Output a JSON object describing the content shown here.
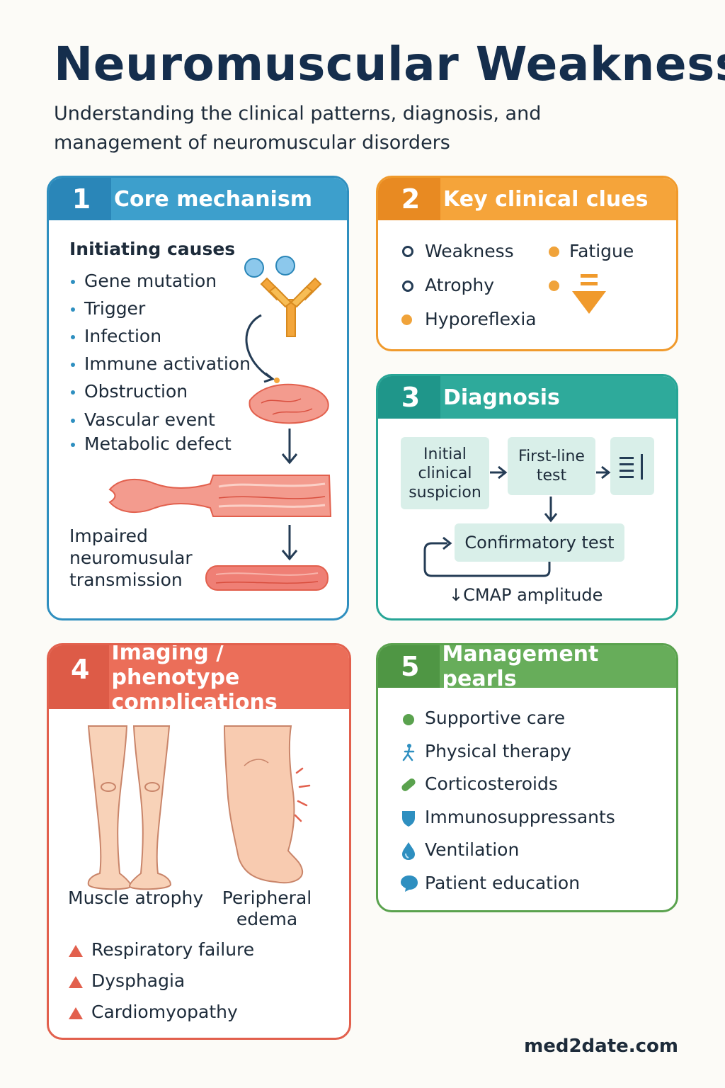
{
  "header": {
    "title": "Neuromuscular Weakness",
    "subtitle": "Understanding the clinical patterns, diagnosis, and management of neuromuscular disorders"
  },
  "colors": {
    "blue": "#2f8fbf",
    "orange": "#f09a2c",
    "teal": "#27a596",
    "red": "#e2604d",
    "green": "#5aa24e"
  },
  "card1": {
    "number": "1",
    "title": "Core mechanism",
    "causes_heading": "Initiating causes",
    "causes": [
      "Gene mutation",
      "Trigger",
      "Infection",
      "Immune activation",
      "Obstruction",
      "Vascular event",
      "Metabolic defect"
    ],
    "outcome": [
      "Impaired",
      "neuromusular",
      "transmission"
    ]
  },
  "card2": {
    "number": "2",
    "title": "Key clinical clues",
    "clues": [
      "Weakness",
      "Fatigue",
      "Atrophy",
      "Hyporeflexia"
    ]
  },
  "card3": {
    "number": "3",
    "title": "Diagnosis",
    "step1": [
      "Initial",
      "clinical",
      "suspicion"
    ],
    "step2": [
      "First-line",
      "test"
    ],
    "step3": "Confirmatory test",
    "finding": "↓CMAP amplitude"
  },
  "card4": {
    "number": "4",
    "title_line1": "Imaging / phenotype",
    "title_line2": "complications",
    "figure1_label": "Muscle atrophy",
    "figure2_label": [
      "Peripheral",
      "edema"
    ],
    "complications": [
      "Respiratory failure",
      "Dysphagia",
      "Cardiomyopathy"
    ]
  },
  "card5": {
    "number": "5",
    "title": "Management pearls",
    "items": [
      "Supportive care",
      "Physical therapy",
      "Corticosteroids",
      "Immunosuppressants",
      "Ventilation",
      "Patient education"
    ]
  },
  "footer": {
    "source": "med2date.com"
  }
}
